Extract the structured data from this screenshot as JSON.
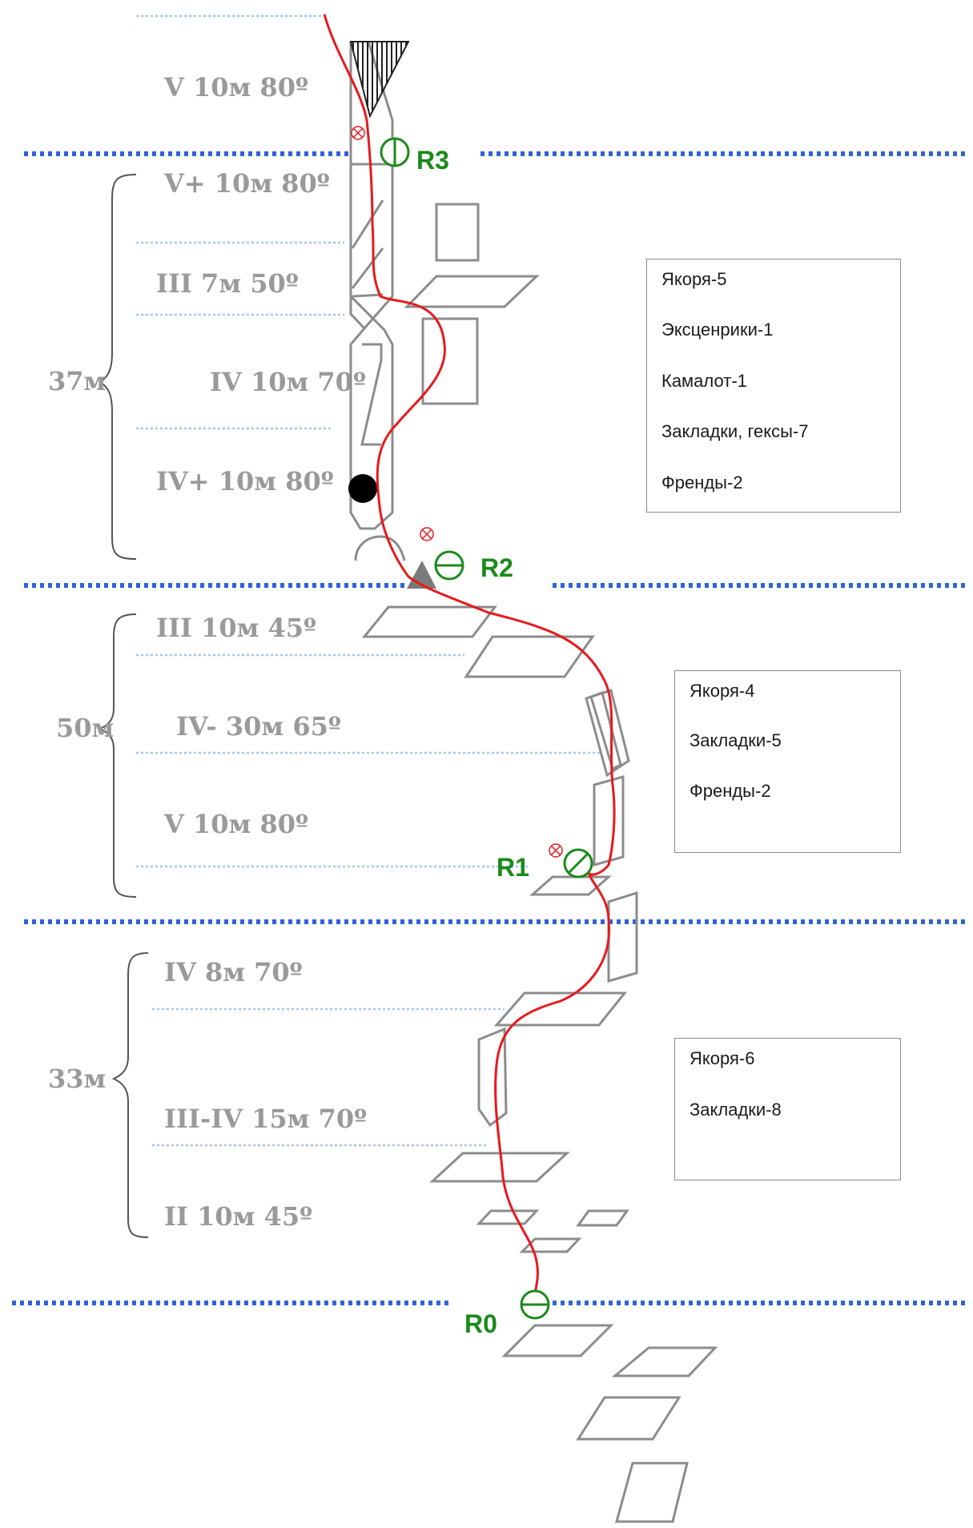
{
  "colors": {
    "route_line": "#e8191c",
    "pitch_divider": "#2f63d8",
    "belay_green": "#1a8a1a",
    "label_gray": "#9a9a9a",
    "feature_gray": "#8c8c8c"
  },
  "pitches": [
    {
      "id": "p1",
      "text": "V 10м 80º"
    },
    {
      "id": "p2",
      "text": "V+ 10м 80º"
    },
    {
      "id": "p3",
      "text": "III 7м 50º"
    },
    {
      "id": "p4",
      "text": "IV 10м 70º"
    },
    {
      "id": "p5",
      "text": "IV+ 10м 80º"
    },
    {
      "id": "p6",
      "text": "III 10м 45º"
    },
    {
      "id": "p7",
      "text": "IV- 30м 65º"
    },
    {
      "id": "p8",
      "text": "V 10м 80º"
    },
    {
      "id": "p9",
      "text": "IV 8м 70º"
    },
    {
      "id": "p10",
      "text": "III-IV 15м 70º"
    },
    {
      "id": "p11",
      "text": "II 10м 45º"
    }
  ],
  "sections": [
    {
      "id": "s1",
      "length": "37м"
    },
    {
      "id": "s2",
      "length": "50м"
    },
    {
      "id": "s3",
      "length": "33м"
    }
  ],
  "belays": [
    {
      "id": "r3",
      "label": "R3"
    },
    {
      "id": "r2",
      "label": "R2"
    },
    {
      "id": "r1",
      "label": "R1"
    },
    {
      "id": "r0",
      "label": "R0"
    }
  ],
  "gear_boxes": [
    {
      "id": "g1",
      "items": [
        "Якоря-5",
        "Эксценрики-1",
        "Камалот-1",
        "Закладки, гексы-7",
        "Френды-2"
      ]
    },
    {
      "id": "g2",
      "items": [
        "Якоря-4",
        "Закладки-5",
        "Френды-2"
      ]
    },
    {
      "id": "g3",
      "items": [
        "Якоря-6",
        "Закладки-8"
      ]
    }
  ]
}
